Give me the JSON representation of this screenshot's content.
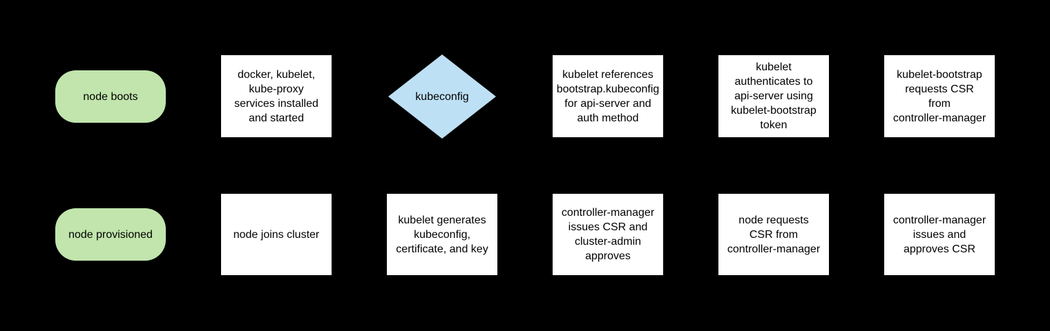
{
  "colors": {
    "background": "#000000",
    "terminal_fill": "#c1e5ac",
    "decision_fill": "#bee0f5",
    "process_fill": "#ffffff",
    "text": "#000000"
  },
  "nodes": [
    {
      "id": "node-boots",
      "shape": "terminal",
      "label": "node boots"
    },
    {
      "id": "services-installed",
      "shape": "process",
      "label": "docker, kubelet,\nkube-proxy\nservices installed\nand started"
    },
    {
      "id": "kubeconfig",
      "shape": "decision",
      "label": "kubeconfig"
    },
    {
      "id": "kubelet-references-bootstrap-kubeconfig",
      "shape": "process",
      "label": "kubelet references\nbootstrap.kubeconfig\nfor api-server and\nauth method"
    },
    {
      "id": "kubelet-authenticates",
      "shape": "process",
      "label": "kubelet\nauthenticates to\napi-server using\nkubelet-bootstrap\ntoken"
    },
    {
      "id": "kubelet-bootstrap-requests-csr",
      "shape": "process",
      "label": "kubelet-bootstrap\nrequests CSR\nfrom\ncontroller-manager"
    },
    {
      "id": "node-provisioned",
      "shape": "terminal",
      "label": "node provisioned"
    },
    {
      "id": "node-joins-cluster",
      "shape": "process",
      "label": "node joins cluster"
    },
    {
      "id": "kubelet-generates-kubeconfig",
      "shape": "process",
      "label": "kubelet generates\nkubeconfig,\ncertificate, and key"
    },
    {
      "id": "controller-manager-issues-csr-cluster-admin-approves",
      "shape": "process",
      "label": "controller-manager\nissues CSR and\ncluster-admin\napproves"
    },
    {
      "id": "node-requests-csr",
      "shape": "process",
      "label": "node requests\nCSR from\ncontroller-manager"
    },
    {
      "id": "controller-manager-issues-and-approves-csr",
      "shape": "process",
      "label": "controller-manager\nissues and\napproves CSR"
    }
  ]
}
